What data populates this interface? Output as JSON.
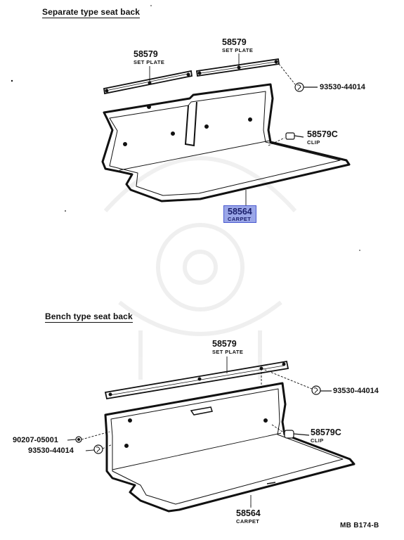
{
  "sections": {
    "separate": {
      "heading": "Separate type seat back"
    },
    "bench": {
      "heading": "Bench type seat back"
    }
  },
  "callouts": {
    "sep_set_plate_left": {
      "number": "58579",
      "name": "SET PLATE"
    },
    "sep_set_plate_right": {
      "number": "58579",
      "name": "SET PLATE"
    },
    "sep_screw": {
      "number": "93530-44014"
    },
    "sep_clip": {
      "number": "58579C",
      "name": "CLIP"
    },
    "sep_carpet": {
      "number": "58564",
      "name": "CARPET"
    },
    "bench_set_plate": {
      "number": "58579",
      "name": "SET PLATE"
    },
    "bench_screw_right": {
      "number": "93530-44014"
    },
    "bench_clip": {
      "number": "58579C",
      "name": "CLIP"
    },
    "bench_washer": {
      "number": "90207-05001"
    },
    "bench_screw_left": {
      "number": "93530-44014"
    },
    "bench_carpet": {
      "number": "58564",
      "name": "CARPET"
    }
  },
  "drawing_code": "MB B174-B",
  "colors": {
    "ink": "#111111",
    "highlight_fill": "#9aa6e8",
    "highlight_border": "#4a5ad0"
  }
}
